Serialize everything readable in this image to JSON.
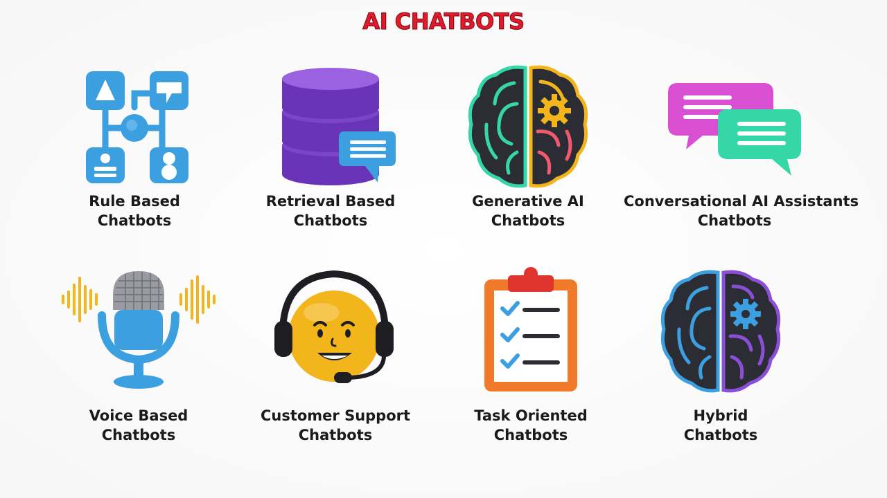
{
  "title": "AI CHATBOTS",
  "colors": {
    "title": "#e21b2c",
    "label": "#1a1a1a",
    "blue": "#3b9fe0",
    "purple": "#7d43c9",
    "teal": "#35d6a8",
    "pink": "#d94fd2",
    "orange": "#f07a2a",
    "yellow": "#f2b51c"
  },
  "items": [
    {
      "line1": "Rule Based",
      "line2": "Chatbots",
      "icon": "flowchart-icon"
    },
    {
      "line1": "Retrieval Based",
      "line2": "Chatbots",
      "icon": "database-chat-icon"
    },
    {
      "line1": "Generative AI",
      "line2": "Chatbots",
      "icon": "neon-brain-gear-icon"
    },
    {
      "line1": "Conversational AI Assistants",
      "line2": "Chatbots",
      "icon": "chat-bubbles-icon"
    },
    {
      "line1": "Voice Based",
      "line2": "Chatbots",
      "icon": "microphone-soundwave-icon"
    },
    {
      "line1": "Customer Support",
      "line2": "Chatbots",
      "icon": "headset-emoji-icon"
    },
    {
      "line1": "Task Oriented",
      "line2": "Chatbots",
      "icon": "clipboard-checklist-icon"
    },
    {
      "line1": "Hybrid",
      "line2": "Chatbots",
      "icon": "hybrid-brain-icon"
    }
  ]
}
